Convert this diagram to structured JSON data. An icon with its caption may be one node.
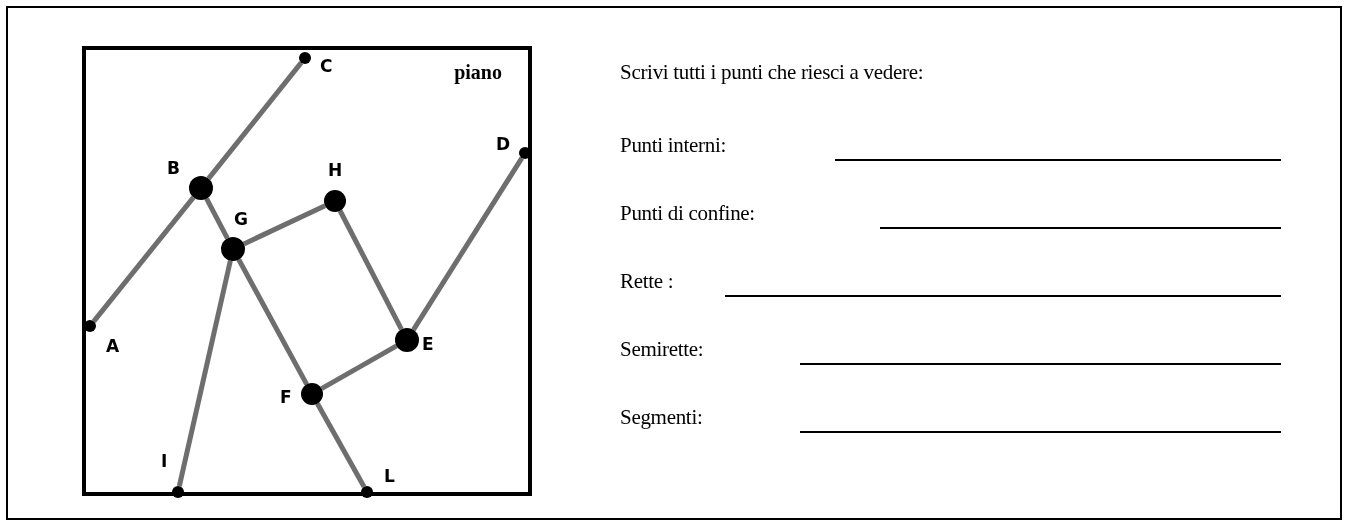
{
  "diagram": {
    "nodes": [
      {
        "text": [
          "piano"
        ]
      },
      {
        "text": [],
        "shape": "circle",
        "in": 0,
        "beside": [
          "C"
        ]
      },
      {
        "text": [],
        "shape": "circle",
        "in": 0,
        "beside": [
          "D"
        ]
      },
      {
        "text": [],
        "shape": "circle",
        "in": 0,
        "beside": [
          "B"
        ]
      },
      {
        "text": [],
        "shape": "circle",
        "in": 0,
        "beside": [
          "H"
        ]
      },
      {
        "text": [],
        "shape": "circle",
        "in": 0,
        "beside": [
          "G"
        ]
      },
      {
        "text": [],
        "shape": "circle",
        "in": 0,
        "beside": [
          "A"
        ]
      },
      {
        "text": [],
        "shape": "circle",
        "in": 0,
        "beside": [
          "E"
        ]
      },
      {
        "text": [],
        "shape": "circle",
        "in": 0,
        "beside": [
          "F"
        ]
      },
      {
        "text": [],
        "shape": "circle",
        "in": 0,
        "beside": [
          "I"
        ]
      },
      {
        "text": [],
        "shape": "circle",
        "in": 0,
        "beside": [
          "L"
        ]
      }
    ],
    "edges": [
      {
        "from": 1,
        "to": 3,
        "arrow": "none"
      },
      {
        "from": 3,
        "to": 6,
        "arrow": "none"
      },
      {
        "from": 3,
        "to": 5,
        "arrow": "none"
      },
      {
        "from": 5,
        "to": 4,
        "arrow": "none"
      },
      {
        "from": 4,
        "to": 7,
        "arrow": "none"
      },
      {
        "from": 2,
        "to": 7,
        "arrow": "none"
      },
      {
        "from": 5,
        "to": 9,
        "arrow": "none"
      },
      {
        "from": 5,
        "to": 8,
        "arrow": "none"
      },
      {
        "from": 8,
        "to": 7,
        "arrow": "none"
      },
      {
        "from": 8,
        "to": 10,
        "arrow": "none"
      }
    ],
    "labels": [
      "Scrivi tutti i punti che riesci a vedere:",
      "Punti interni:",
      "Punti di confine:",
      "Rette :",
      "Semirette:",
      "Segmenti:"
    ]
  }
}
